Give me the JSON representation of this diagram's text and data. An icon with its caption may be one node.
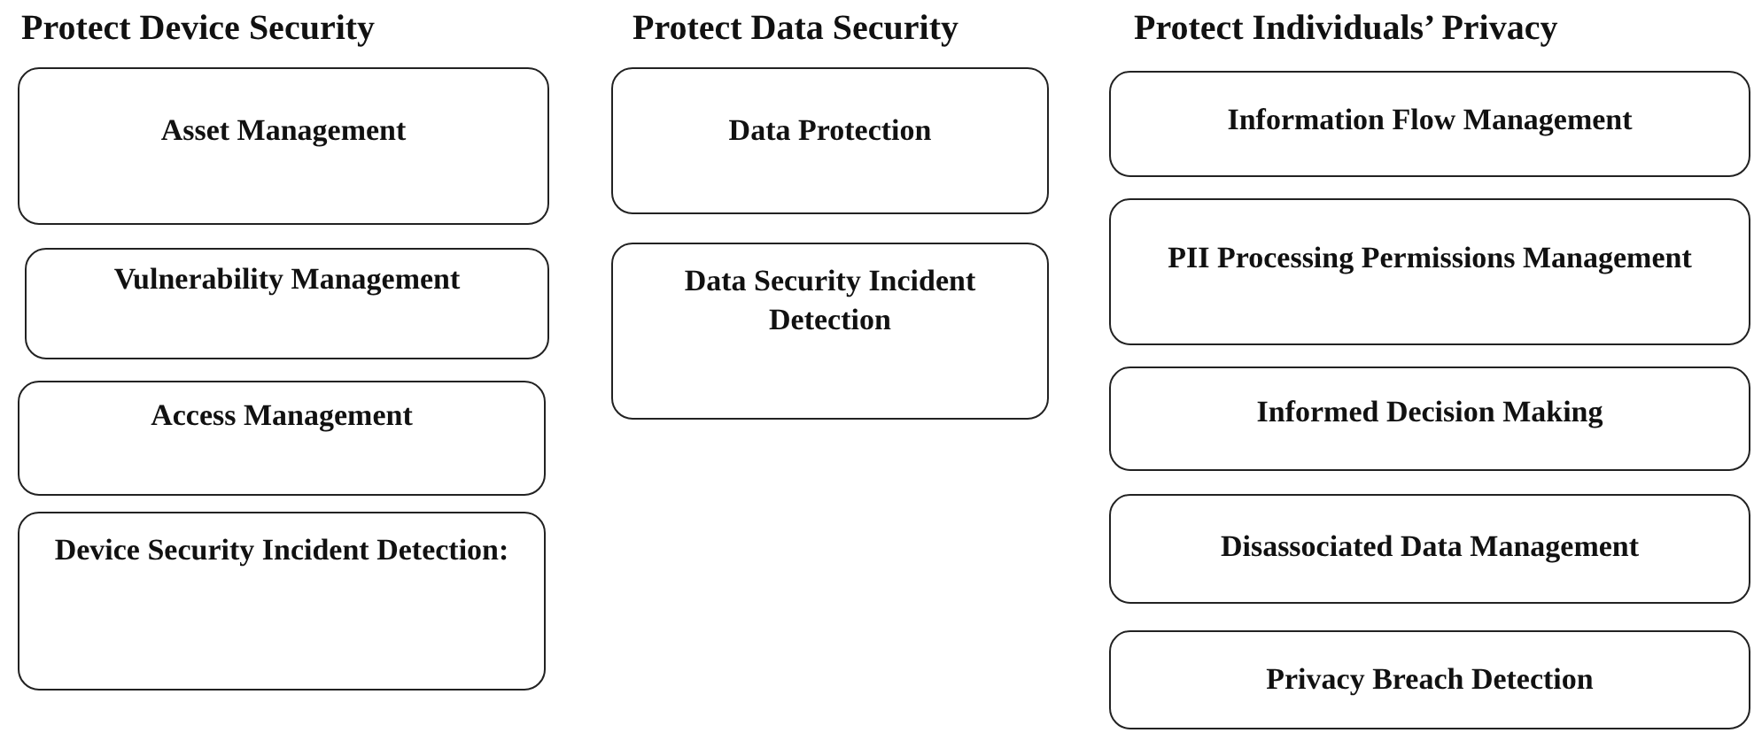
{
  "diagram": {
    "nodes": [
      {
        "text": [
          "Asset Management"
        ]
      },
      {
        "text": [
          "Vulnerability Management"
        ]
      },
      {
        "text": [
          "Access Management"
        ]
      },
      {
        "text": [
          "Device Security Incident Detection:"
        ]
      },
      {
        "text": [
          "Data Protection"
        ]
      },
      {
        "text": [
          "Data Security Incident Detection"
        ]
      },
      {
        "text": [
          "Information Flow Management"
        ]
      },
      {
        "text": [
          "PII Processing Permissions Management"
        ]
      },
      {
        "text": [
          "Informed Decision Making"
        ]
      },
      {
        "text": [
          "Disassociated Data Management"
        ]
      },
      {
        "text": [
          "Privacy Breach Detection"
        ]
      }
    ],
    "labels": [
      "Protect Device Security",
      "Protect Data Security",
      "Protect Individuals’ Privacy"
    ]
  }
}
